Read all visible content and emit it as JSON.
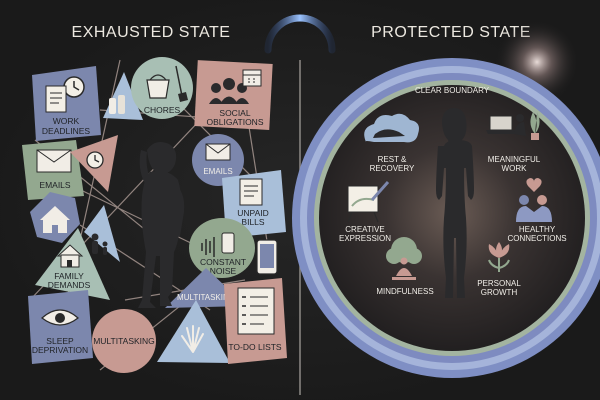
{
  "headings": {
    "left": "EXHAUSTED STATE",
    "right": "PROTECTED STATE"
  },
  "exhausted_items": {
    "work_deadlines_1": "WORK",
    "work_deadlines_2": "DEADLINES",
    "chores": "CHORES",
    "social_1": "SOCIAL",
    "social_2": "OBLIGATIONS",
    "emails_left": "EMAILS",
    "emails_right": "EMAILS",
    "unpaid_1": "UNPAID",
    "unpaid_2": "BILLS",
    "family_1": "FAMILY",
    "family_2": "DEMANDS",
    "noise_1": "CONSTANT",
    "noise_2": "NOISE",
    "multitasking_top": "MULTITASKING",
    "sleep_1": "SLEEP",
    "sleep_2": "DEPRIVATION",
    "multitasking_bottom": "MULTITASKING",
    "todo": "TO-DO LISTS"
  },
  "protected_items": {
    "boundary": "CLEAR BOUNDARY",
    "rest_1": "REST &",
    "rest_2": "RECOVERY",
    "work_1": "MEANINGFUL",
    "work_2": "WORK",
    "creative_1": "CREATIVE",
    "creative_2": "EXPRESSION",
    "connections_1": "HEALTHY",
    "connections_2": "CONNECTIONS",
    "mindfulness": "MINDFULNESS",
    "growth_1": "PERSONAL",
    "growth_2": "GROWTH"
  },
  "colors": {
    "slate_blue": "#7c87ad",
    "light_blue": "#a9bfd9",
    "sage": "#93a88f",
    "dusty_rose": "#c79a92",
    "mint": "#a8bfb4",
    "boundary_outer": "#7f8fc4",
    "boundary_mid": "#a5b4da",
    "boundary_inner": "#a3b4a0",
    "silhouette": "#2a2a2c"
  },
  "icons": [
    "clock-icon",
    "document-icon",
    "cleaning-bucket-icon",
    "people-icon",
    "calendar-icon",
    "envelope-icon",
    "house-icon",
    "family-icon",
    "eye-icon",
    "phone-icon",
    "sound-wave-icon",
    "checklist-icon",
    "cloud-rest-icon",
    "laptop-icon",
    "easel-icon",
    "hug-icon",
    "tree-icon",
    "lotus-icon"
  ]
}
